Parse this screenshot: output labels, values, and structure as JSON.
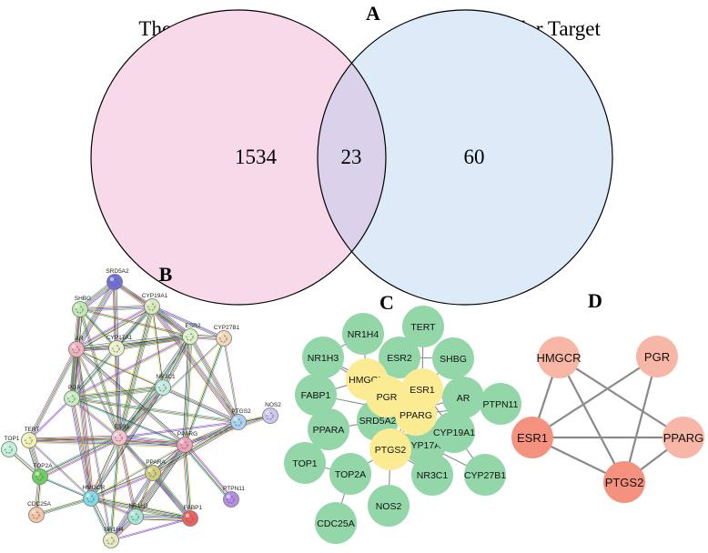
{
  "panel_a": {
    "letter": "A",
    "left_set_label": "Therapeutic Target",
    "right_set_label": "Molecular Target",
    "left_only_count": "1534",
    "overlap_count": "23",
    "right_only_count": "60",
    "colors": {
      "left_fill": "#f8d9ea",
      "right_fill": "#ddeaf7",
      "overlap_fill": "#d9d2ea",
      "outline": "#000000"
    }
  },
  "panel_b": {
    "letter": "B",
    "nodes": [
      "SRD5A2",
      "SHBG",
      "CYP19A1",
      "CYP27B1",
      "AR",
      "CYP17A1",
      "ESR2",
      "PGR",
      "NR3C1",
      "NOS2",
      "PTGS2",
      "TERT",
      "ESR1",
      "PPARG",
      "PPARA",
      "PTPN11",
      "TOP1",
      "TOP2A",
      "CDC25A",
      "HMGCR",
      "NR1H3",
      "FABP1",
      "NR1H4"
    ],
    "colors": {
      "SRD5A2": "#6f6fd8",
      "SHBG": "#bfe8b5",
      "CYP19A1": "#d8eab8",
      "CYP27B1": "#f1d9b8",
      "AR": "#f1b3bf",
      "CYP17A1": "#eaf2c9",
      "ESR2": "#d9f0c8",
      "PGR": "#c6ecc0",
      "NR3C1": "#c0ecdf",
      "NOS2": "#ccc8f3",
      "PTGS2": "#a9d3f1",
      "TERT": "#f2f2b4",
      "ESR1": "#f2c3cf",
      "PPARG": "#f0a2b8",
      "PPARA": "#cfcf7c",
      "PTPN11": "#b38de3",
      "TOP1": "#bff2d8",
      "TOP2A": "#6ccf60",
      "CDC25A": "#f4c6a4",
      "HMGCR": "#7fdbe4",
      "NR1H3": "#a7e5d6",
      "FABP1": "#ee5f5f",
      "NR1H4": "#e8e8bd"
    },
    "edge_colors": [
      "#22aa22",
      "#cc33cc",
      "#3355cc",
      "#cccc22",
      "#222222",
      "#22aaaa",
      "#cc3333"
    ]
  },
  "panel_c": {
    "letter": "C",
    "hub_nodes": [
      "HMGCR",
      "PGR",
      "ESR1",
      "PPARG",
      "PTGS2"
    ],
    "other_nodes": [
      "NR1H4",
      "TERT",
      "NR1H3",
      "ESR2",
      "SHBG",
      "FABP1",
      "AR",
      "PTPN11",
      "SRD5A2",
      "PPARA",
      "CYP17A1",
      "CYP19A1",
      "TOP1",
      "TOP2A",
      "NR3C1",
      "CYP27B1",
      "NOS2",
      "CDC25A"
    ],
    "colors": {
      "hub": "#fbeb93",
      "other": "#93d6a8",
      "edge": "#8a8a8a"
    }
  },
  "panel_d": {
    "letter": "D",
    "nodes": [
      "HMGCR",
      "PGR",
      "ESR1",
      "PPARG",
      "PTGS2"
    ],
    "colors": {
      "dark": "#f4927f",
      "light": "#f8b7a6",
      "edge": "#8a8a8a"
    }
  }
}
